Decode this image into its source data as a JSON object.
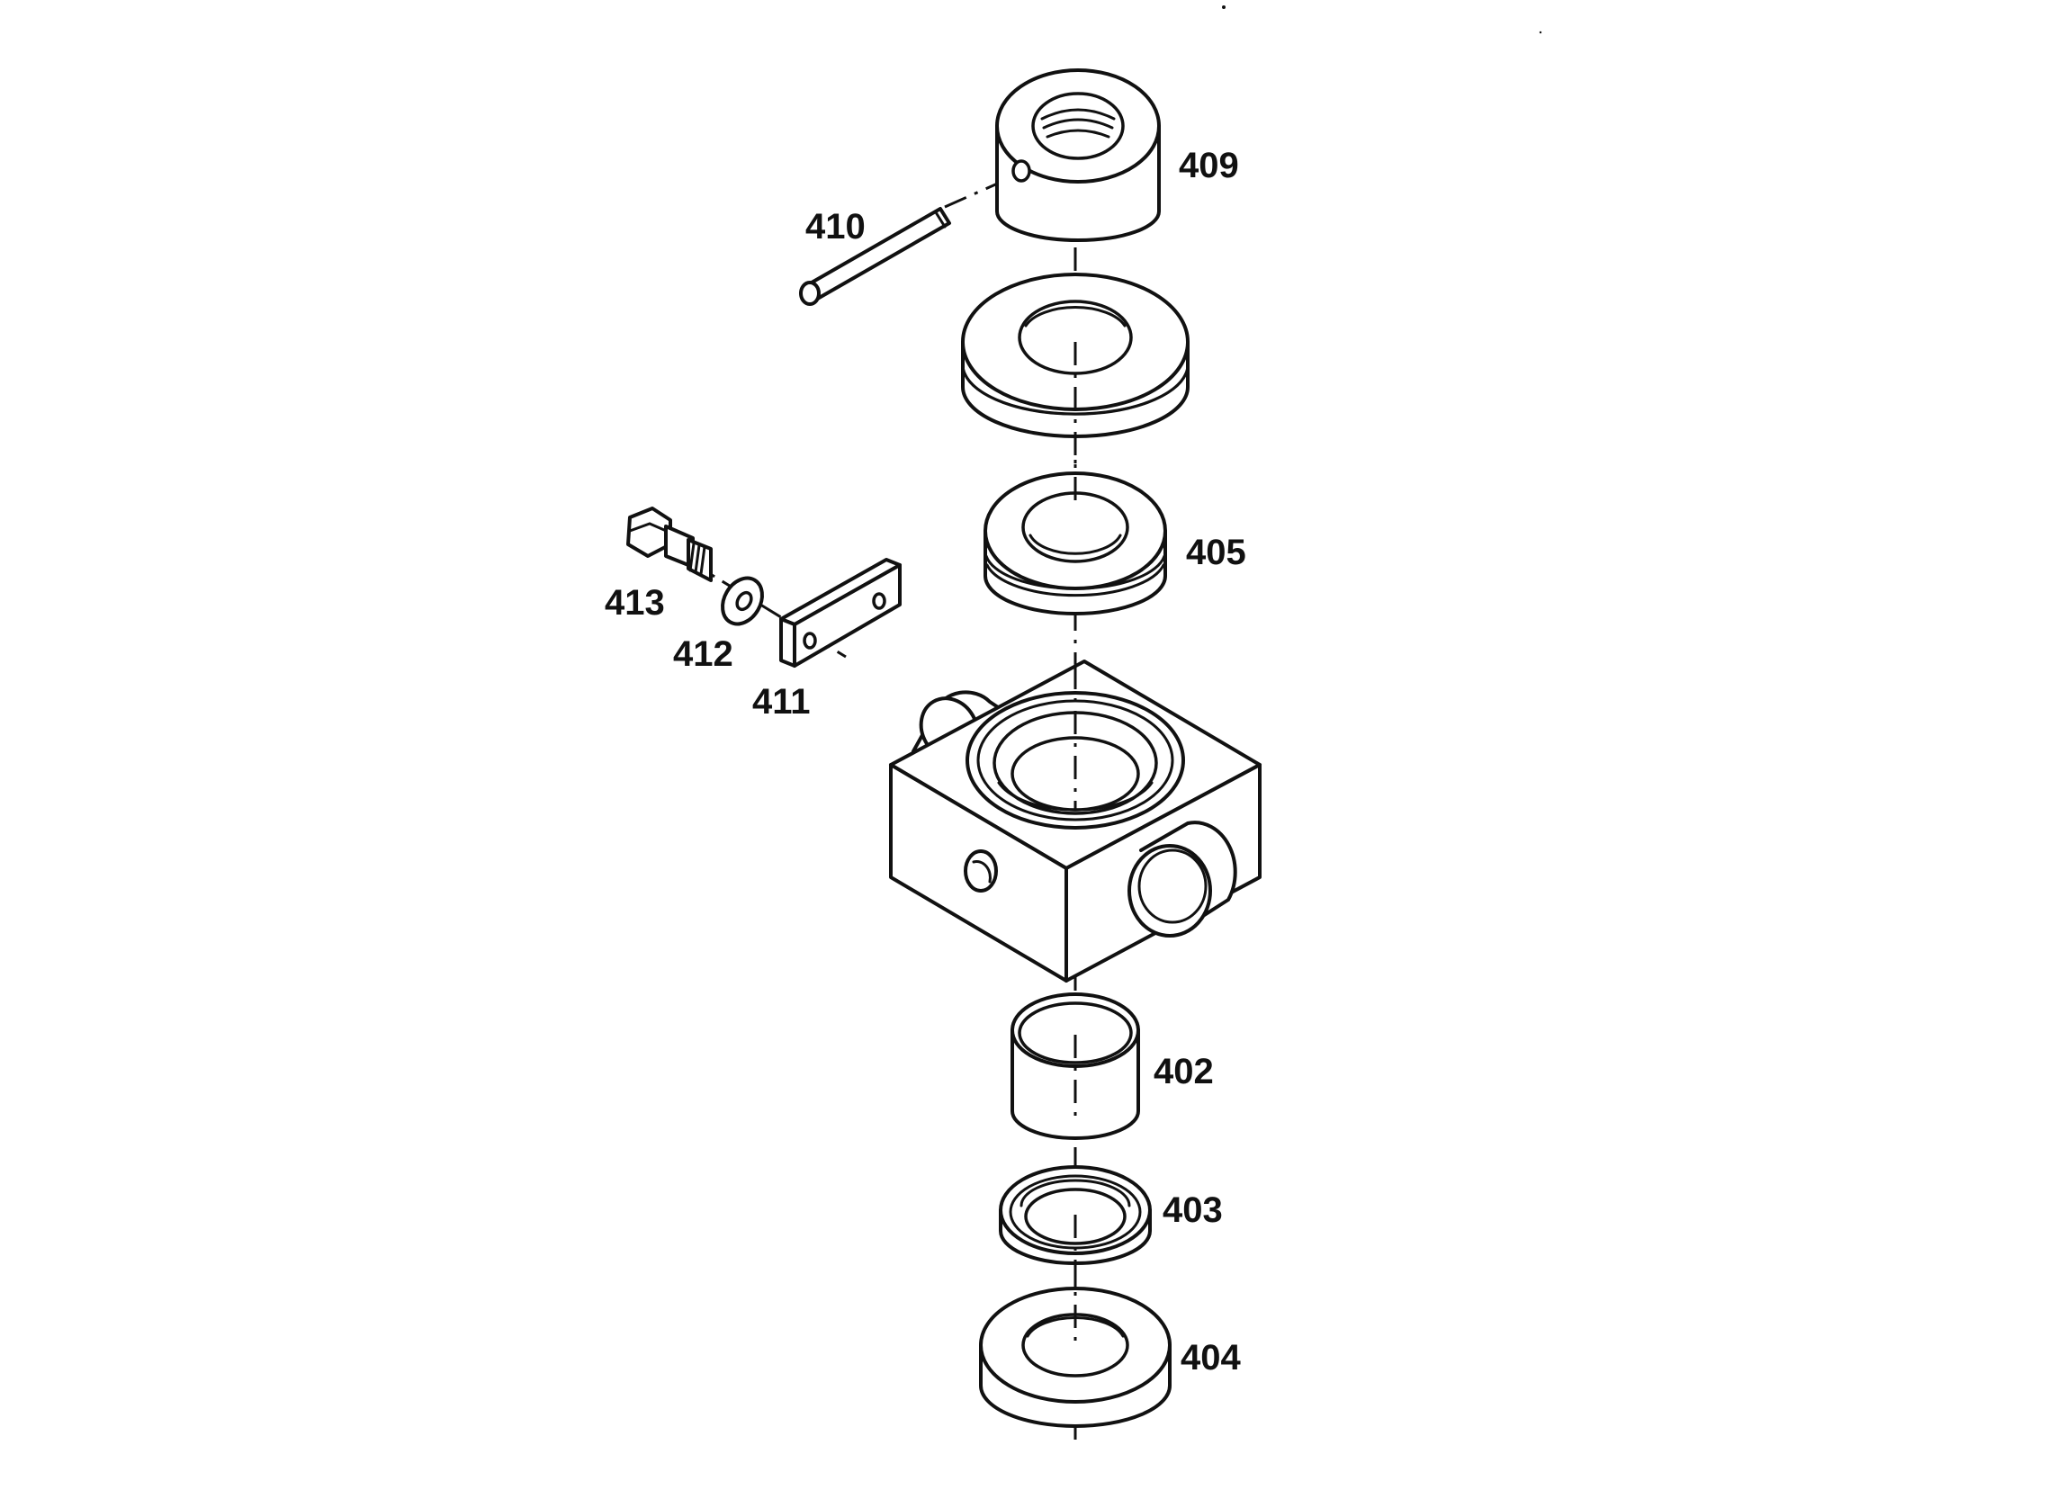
{
  "parts": [
    {
      "id": "409",
      "label": "409"
    },
    {
      "id": "410",
      "label": "410"
    },
    {
      "id": "405",
      "label": "405"
    },
    {
      "id": "413",
      "label": "413"
    },
    {
      "id": "412",
      "label": "412"
    },
    {
      "id": "411",
      "label": "411"
    },
    {
      "id": "402",
      "label": "402"
    },
    {
      "id": "403",
      "label": "403"
    },
    {
      "id": "404",
      "label": "404"
    }
  ],
  "colors": {
    "line": "#111111",
    "background": "#ffffff"
  }
}
